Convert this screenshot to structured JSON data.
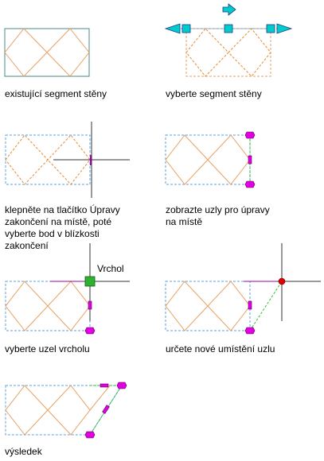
{
  "captions": {
    "s1": "existující segment stěny",
    "s2": "vyberte segment stěny",
    "s3": [
      "klepněte na tlačítko Úpravy",
      "zakončení na místě, poté",
      "vyberte bod v blízkosti",
      "zakončení"
    ],
    "s4": [
      "zobrazte uzly pro úpravy",
      "na místě"
    ],
    "s5": "vyberte uzel vrcholu",
    "s6": "určete nové umístění uzlu",
    "s7": "výsledek",
    "vertex_label": "Vrchol"
  },
  "colors": {
    "wall": "#4a8b8b",
    "wall_dashed": "#5aa0e0",
    "hatch": "#e8a060",
    "hatch_selected": "#e88a30",
    "grip": "#00cccc",
    "node": "#e000e0",
    "crosshair": "#333333",
    "crosshair_accent": "#a000a0",
    "vertex_node": "#30b030",
    "target_node": "#e00000",
    "rubber_band": "#30c030"
  },
  "icons": [
    "arrow-right-icon",
    "arrow-left-icon",
    "square-grip-icon",
    "crosshair-icon",
    "node-icon"
  ]
}
